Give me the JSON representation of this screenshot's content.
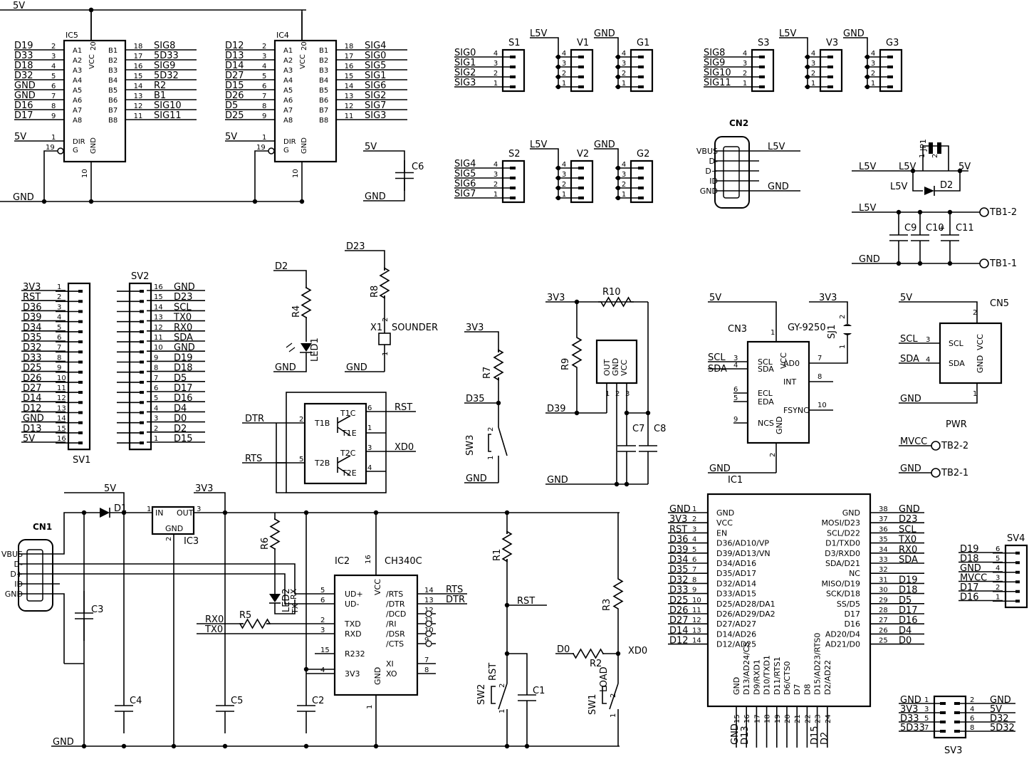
{
  "schematic": {
    "ic5": {
      "name": "IC5",
      "left_nets": [
        "D19",
        "D33",
        "D18",
        "D32",
        "GND",
        "GND",
        "D16",
        "D17"
      ],
      "left_pins": [
        "2",
        "3",
        "4",
        "5",
        "6",
        "7",
        "8",
        "9"
      ],
      "left_labels": [
        "A1",
        "A2",
        "A3",
        "A4",
        "A5",
        "A6",
        "A7",
        "A8"
      ],
      "right_labels": [
        "B1",
        "B2",
        "B3",
        "B4",
        "B5",
        "B6",
        "B7",
        "B8"
      ],
      "right_pins": [
        "18",
        "17",
        "16",
        "15",
        "14",
        "13",
        "12",
        "11"
      ],
      "right_nets": [
        "SIG8",
        "5D33",
        "SIG9",
        "5D32",
        "R2",
        "B1",
        "SIG10",
        "SIG11"
      ],
      "vcc_pin": "20",
      "gnd_pin": "10",
      "dir_pin": "1",
      "g_pin": "19",
      "vcc_label": "VCC",
      "gnd_label": "GND",
      "dir_label": "DIR",
      "g_label": "G",
      "dir_net": "5V",
      "top_net": "5V",
      "gnd_net": "GND"
    },
    "ic4": {
      "name": "IC4",
      "left_nets": [
        "D12",
        "D13",
        "D14",
        "D27",
        "D15",
        "D26",
        "D5",
        "D25"
      ],
      "left_pins": [
        "2",
        "3",
        "4",
        "5",
        "6",
        "7",
        "8",
        "9"
      ],
      "left_labels": [
        "A1",
        "A2",
        "A3",
        "A4",
        "A5",
        "A6",
        "A7",
        "A8"
      ],
      "right_labels": [
        "B1",
        "B2",
        "B3",
        "B4",
        "B5",
        "B6",
        "B7",
        "B8"
      ],
      "right_pins": [
        "18",
        "17",
        "16",
        "15",
        "14",
        "13",
        "12",
        "11"
      ],
      "right_nets": [
        "SIG4",
        "SIG0",
        "SIG5",
        "SIG1",
        "SIG6",
        "SIG2",
        "SIG7",
        "SIG3"
      ],
      "vcc_pin": "20",
      "gnd_pin": "10",
      "dir_pin": "1",
      "g_pin": "19",
      "vcc_label": "VCC",
      "gnd_label": "GND",
      "dir_label": "DIR",
      "g_label": "G",
      "dir_net": "5V"
    },
    "c6": {
      "name": "C6",
      "top_net": "5V",
      "bottom_net": "GND"
    },
    "s1": {
      "name": "S1",
      "nets": [
        "SIG0",
        "SIG1",
        "SIG2",
        "SIG3"
      ],
      "pins": [
        "4",
        "3",
        "2",
        "1"
      ]
    },
    "s2": {
      "name": "S2",
      "nets": [
        "SIG4",
        "SIG5",
        "SIG6",
        "SIG7"
      ],
      "pins": [
        "4",
        "3",
        "2",
        "1"
      ]
    },
    "s3": {
      "name": "S3",
      "nets": [
        "SIG8",
        "SIG9",
        "SIG10",
        "SIG11"
      ],
      "pins": [
        "4",
        "3",
        "2",
        "1"
      ]
    },
    "v1": {
      "name": "V1",
      "net": "L5V",
      "pins": [
        "4",
        "3",
        "2",
        "1"
      ]
    },
    "v2": {
      "name": "V2",
      "net": "L5V",
      "pins": [
        "4",
        "3",
        "2",
        "1"
      ]
    },
    "v3": {
      "name": "V3",
      "net": "L5V",
      "pins": [
        "4",
        "3",
        "2",
        "1"
      ]
    },
    "g1": {
      "name": "G1",
      "net": "GND",
      "pins": [
        "4",
        "3",
        "2",
        "1"
      ]
    },
    "g2": {
      "name": "G2",
      "net": "GND",
      "pins": [
        "4",
        "3",
        "2",
        "1"
      ]
    },
    "g3": {
      "name": "G3",
      "net": "GND",
      "pins": [
        "4",
        "3",
        "2",
        "1"
      ]
    },
    "cn2": {
      "name": "CN2",
      "pins": [
        "VBUS",
        "D-",
        "D+",
        "ID",
        "GND"
      ],
      "net_vbus": "L5V",
      "net_gnd": "GND"
    },
    "power": {
      "jp1": "JP1",
      "jp1_pins": [
        "1",
        "2"
      ],
      "d2": "D2",
      "net_l5v": "L5V",
      "net_5v": "5V",
      "net_gnd": "GND",
      "c9": "C9",
      "c10": "C10",
      "c11": "C11",
      "tb1_2": "TB1-2",
      "tb1_1": "TB1-1"
    },
    "sv1": {
      "name": "SV1",
      "nets": [
        "3V3",
        "RST",
        "D36",
        "D39",
        "D34",
        "D35",
        "D32",
        "D33",
        "D25",
        "D26",
        "D27",
        "D14",
        "D12",
        "GND",
        "D13",
        "5V"
      ],
      "pins": [
        "1",
        "2",
        "3",
        "4",
        "5",
        "6",
        "7",
        "8",
        "9",
        "10",
        "11",
        "12",
        "13",
        "14",
        "15",
        "16"
      ]
    },
    "sv2": {
      "name": "SV2",
      "pins": [
        "16",
        "15",
        "14",
        "13",
        "12",
        "11",
        "10",
        "9",
        "8",
        "7",
        "6",
        "5",
        "4",
        "3",
        "2",
        "1"
      ],
      "nets": [
        "GND",
        "D23",
        "SCL",
        "TX0",
        "RX0",
        "SDA",
        "GND",
        "D19",
        "D18",
        "D5",
        "D17",
        "D16",
        "D4",
        "D0",
        "D2",
        "D15"
      ]
    },
    "led1": {
      "r": "R4",
      "led": "LED1",
      "top_net": "D2",
      "bottom_net": "GND"
    },
    "sounder": {
      "r": "R8",
      "x": "X1",
      "label": "SOUNDER",
      "top_net": "D23",
      "bottom_net": "GND",
      "pins": [
        "2",
        "1"
      ]
    },
    "transistors": {
      "t1b": "T1B",
      "t1c": "T1C",
      "t1e": "T1E",
      "t2b": "T2B",
      "t2c": "T2C",
      "t2e": "T2E",
      "dtr": "DTR",
      "rts": "RTS",
      "rst": "RST",
      "xd0": "XD0",
      "pins": [
        "2",
        "5",
        "6",
        "1",
        "3",
        "4"
      ]
    },
    "sw3": {
      "r": "R7",
      "sw": "SW3",
      "top_net": "3V3",
      "mid_net": "D35",
      "bottom_net": "GND",
      "pins": [
        "2",
        "1"
      ]
    },
    "sensor": {
      "r10": "R10",
      "r9": "R9",
      "c7": "C7",
      "c8": "C8",
      "net_3v3": "3V3",
      "net_d39": "D39",
      "net_gnd": "GND",
      "labels": [
        "OUT",
        "GND",
        "VCC"
      ],
      "pins": [
        "1",
        "2",
        "3"
      ]
    },
    "gy9250": {
      "name": "GY-9250",
      "ref": "IC1",
      "cn": "CN3",
      "sj": "SJ1",
      "left_labels": [
        "SCL",
        "SDA",
        "ECL",
        "EDA",
        "NCS"
      ],
      "left_pins": [
        "3",
        "4",
        "6",
        "5",
        "9"
      ],
      "left_nets": [
        "SCL",
        "SDA"
      ],
      "right_labels": [
        "AD0",
        "INT",
        "FSYNC"
      ],
      "right_pins": [
        "7",
        "8",
        "10"
      ],
      "top_label": "VCC",
      "gnd_label": "GND",
      "top_pin": "1",
      "bottom_pin": "2",
      "net_5v": "5V",
      "net_3v3": "3V3",
      "net_gnd": "GND",
      "sj_pins": [
        "2",
        "1"
      ]
    },
    "cn5": {
      "name": "CN5",
      "labels": [
        "SCL",
        "SDA",
        "VCC",
        "GND"
      ],
      "pins": [
        "3",
        "4",
        "2",
        "1"
      ],
      "nets": [
        "SCL",
        "SDA",
        "5V",
        "GND"
      ]
    },
    "pwr": {
      "title": "PWR",
      "mvcc": "MVCC",
      "gnd": "GND",
      "tb2_2": "TB2-2",
      "tb2_1": "TB2-1"
    },
    "esp32": {
      "left_pins": [
        "1",
        "2",
        "3",
        "4",
        "5",
        "6",
        "7",
        "8",
        "9",
        "10",
        "11",
        "12",
        "13",
        "14"
      ],
      "left_nets": [
        "GND",
        "3V3",
        "RST",
        "D36",
        "D39",
        "D34",
        "D35",
        "D32",
        "D33",
        "D25",
        "D26",
        "D27",
        "D14",
        "D12"
      ],
      "left_labels": [
        "GND",
        "VCC",
        "EN",
        "D36/AD10/VP",
        "D39/AD13/VN",
        "D34/AD16",
        "D35/AD17",
        "D32/AD14",
        "D33/AD15",
        "D25/AD28/DA1",
        "D26/AD29/DA2",
        "D27/AD27",
        "D14/AD26",
        "D12/AD25"
      ],
      "right_pins": [
        "38",
        "37",
        "36",
        "35",
        "34",
        "33",
        "32",
        "31",
        "30",
        "29",
        "28",
        "27",
        "26",
        "25"
      ],
      "right_nets": [
        "GND",
        "D23",
        "SCL",
        "TX0",
        "RX0",
        "SDA",
        "",
        "D19",
        "D18",
        "D5",
        "D17",
        "D16",
        "D4",
        "D0"
      ],
      "right_labels": [
        "GND",
        "MOSI/D23",
        "SCL/D22",
        "D1/TXD0",
        "D3/RXD0",
        "SDA/D21",
        "NC",
        "MISO/D19",
        "SCK/D18",
        "SS/D5",
        "D17",
        "D16",
        "AD20/D4",
        "AD21/D0"
      ],
      "bottom_labels": [
        "GND",
        "D13/AD24/CS",
        "D9/RXD1",
        "D10/TXD1",
        "D11/RTS1",
        "D6/CTS0",
        "D7",
        "D8",
        "D15/AD23/RTS0",
        "D2/AD22"
      ],
      "bottom_pins": [
        "15",
        "16",
        "17",
        "18",
        "19",
        "20",
        "21",
        "22",
        "23",
        "24"
      ],
      "bottom_nets": [
        "GND",
        "D13",
        "D15",
        "D2"
      ]
    },
    "sv4": {
      "name": "SV4",
      "nets": [
        "D19",
        "D18",
        "GND",
        "MVCC",
        "D17",
        "D16"
      ],
      "pins": [
        "6",
        "5",
        "4",
        "3",
        "2",
        "1"
      ]
    },
    "sv3": {
      "name": "SV3",
      "left_nets": [
        "GND",
        "3V3",
        "D33",
        "5D33"
      ],
      "left_pins": [
        "1",
        "3",
        "5",
        "7"
      ],
      "right_pins": [
        "2",
        "4",
        "6",
        "8"
      ],
      "right_nets": [
        "GND",
        "5V",
        "D32",
        "5D32"
      ]
    },
    "usb": {
      "cn1": "CN1",
      "cn1_pins": [
        "VBUS",
        "D-",
        "D+",
        "ID",
        "GND"
      ],
      "d1": "D1",
      "ic3": "IC3",
      "ic3_labels": [
        "IN",
        "OUT",
        "GND"
      ],
      "ic3_pins": [
        "1",
        "3",
        "2"
      ],
      "net_5v": "5V",
      "net_3v3": "3V3",
      "net_gnd": "GND",
      "c3": "C3",
      "c4": "C4",
      "c5": "C5",
      "c2": "C2",
      "c1": "C1",
      "r6": "R6",
      "r5": "R5",
      "led2": "LED2",
      "rx0": "RX0",
      "tx0": "TX0"
    },
    "ch340": {
      "ref": "IC2",
      "name": "CH340C",
      "left_labels": [
        "UD+",
        "UD-",
        "TXD",
        "RXD",
        "R232",
        "3V3"
      ],
      "left_pins": [
        "5",
        "6",
        "2",
        "3",
        "15",
        "4"
      ],
      "right_labels": [
        "/RTS",
        "/DTR",
        "/DCD",
        "/RI",
        "/DSR",
        "/CTS",
        "XI",
        "XO"
      ],
      "right_pins": [
        "14",
        "13",
        "12",
        "11",
        "10",
        "9",
        "7",
        "8"
      ],
      "vcc_label": "VCC",
      "vcc_pin": "16",
      "gnd_label": "GND",
      "gnd_pin": "1",
      "rts_net": "RTS",
      "dtr_net": "DTR",
      "tx_label": "TX",
      "rx_label": "RX"
    },
    "reset": {
      "r1": "R1",
      "rst": "RST",
      "sw2": "SW2",
      "sw2_label": "RST",
      "c1": "C1",
      "r3": "R3",
      "xd0": "XD0",
      "d0": "D0",
      "r2": "R2",
      "sw1": "SW1",
      "sw1_label": "LOAD",
      "pins": [
        "2",
        "1"
      ]
    }
  }
}
